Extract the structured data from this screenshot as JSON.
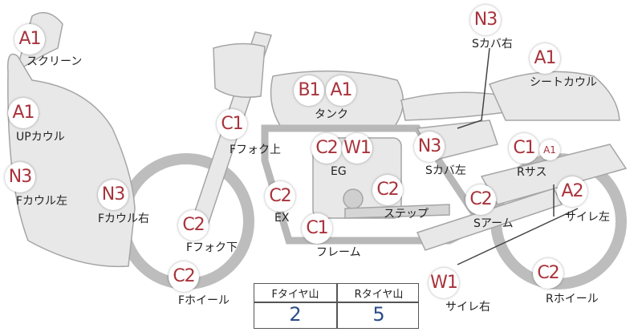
{
  "parts": [
    {
      "id": "screen",
      "code": "A1",
      "label": "スクリーン"
    },
    {
      "id": "up-cowl",
      "code": "A1",
      "label": "UPカウル"
    },
    {
      "id": "f-cowl-left",
      "code": "N3",
      "label": "Fカウル左"
    },
    {
      "id": "f-cowl-right",
      "code": "N3",
      "label": "Fカウル右"
    },
    {
      "id": "f-fork-upper",
      "code": "C1",
      "label": "Fフォク上"
    },
    {
      "id": "f-fork-lower",
      "code": "C2",
      "label": "Fフォク下"
    },
    {
      "id": "f-wheel",
      "code": "C2",
      "label": "Fホイール"
    },
    {
      "id": "tank",
      "code1": "B1",
      "code2": "A1",
      "label": "タンク"
    },
    {
      "id": "eg",
      "code1": "C2",
      "code2": "W1",
      "label": "EG"
    },
    {
      "id": "ex",
      "code": "C2",
      "label": "EX"
    },
    {
      "id": "frame",
      "code": "C1",
      "label": "フレーム"
    },
    {
      "id": "step",
      "code": "C2",
      "label": "ステップ"
    },
    {
      "id": "s-cover-left",
      "code": "N3",
      "label": "Sカバ左"
    },
    {
      "id": "s-cover-right",
      "code": "N3",
      "label": "Sカバ右"
    },
    {
      "id": "seat-cowl",
      "code": "A1",
      "label": "シートカウル"
    },
    {
      "id": "r-sus",
      "code1": "C1",
      "code2": "A1",
      "label": "Rサス"
    },
    {
      "id": "s-arm",
      "code": "C2",
      "label": "Sアーム"
    },
    {
      "id": "muffler-left",
      "code": "A2",
      "label": "サイレ左"
    },
    {
      "id": "muffler-right",
      "code": "W1",
      "label": "サイレ右"
    },
    {
      "id": "r-wheel",
      "code": "C2",
      "label": "Rホイール"
    }
  ],
  "tire_tread": {
    "front_label": "Fタイヤ山",
    "rear_label": "Rタイヤ山",
    "front_value": "2",
    "rear_value": "5"
  },
  "colors": {
    "badge_text": "#a8333b",
    "part_fill": "#e8e8e8",
    "part_stroke": "#9a9a9a",
    "tread_value": "#2c4d8a"
  }
}
